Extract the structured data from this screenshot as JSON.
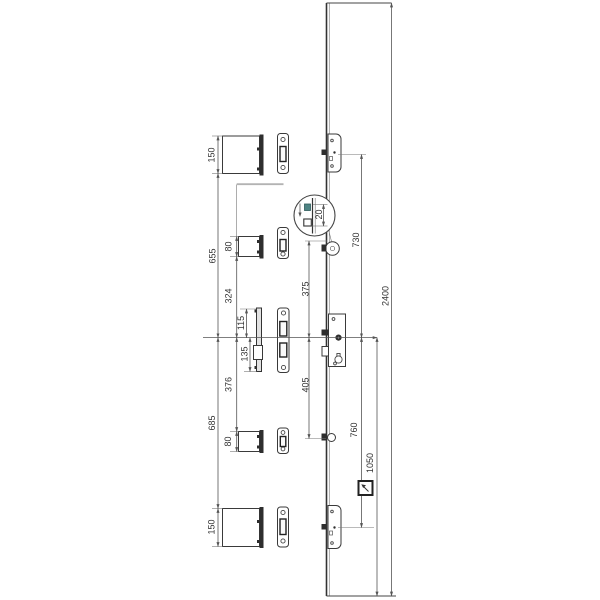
{
  "drawing": {
    "type": "multipoint-lock-technical-drawing",
    "dimensions": {
      "left": [
        "150",
        "655",
        "685",
        "150"
      ],
      "offsets": [
        "80",
        "324",
        "376",
        "80"
      ],
      "keeper": [
        "115",
        "135"
      ],
      "rail": [
        "375",
        "405"
      ],
      "right": [
        "730",
        "760",
        "1050",
        "2400"
      ],
      "detail_gap": "20"
    },
    "symbols": {
      "detail_callout": "magnified-detail-circle",
      "handle_marker": "square-with-diagonal-arrow",
      "follower": "filled-circle",
      "cylinder": "keyhole"
    },
    "colors": {
      "line": "#3a3a3a",
      "accent_teal": "#4d8383",
      "muted_gray": "#b3b3b3"
    }
  }
}
